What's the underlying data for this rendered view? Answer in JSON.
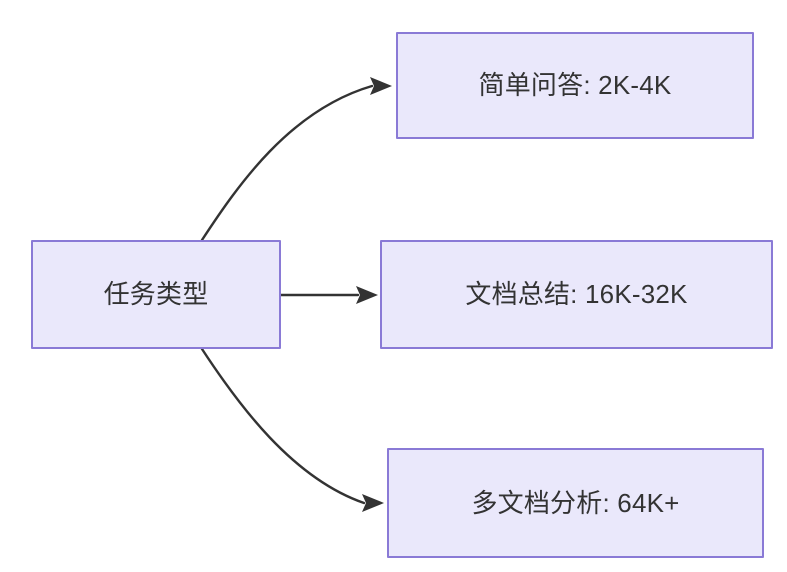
{
  "diagram": {
    "type": "flowchart",
    "direction": "left-to-right",
    "background_color": "#ffffff",
    "node_fill_color": "#eae8fb",
    "node_border_color": "#8a7ad6",
    "text_color": "#333333",
    "edge_color": "#333333",
    "nodes": {
      "root": {
        "label": "任务类型"
      },
      "simple_qa": {
        "label": "简单问答: 2K-4K"
      },
      "doc_summary": {
        "label": "文档总结: 16K-32K"
      },
      "multi_doc": {
        "label": "多文档分析: 64K+"
      }
    },
    "edges": [
      {
        "from": "root",
        "to": "simple_qa",
        "label": "",
        "style": "curved-arrow"
      },
      {
        "from": "root",
        "to": "doc_summary",
        "label": "",
        "style": "straight-arrow"
      },
      {
        "from": "root",
        "to": "multi_doc",
        "label": "",
        "style": "curved-arrow"
      }
    ]
  }
}
